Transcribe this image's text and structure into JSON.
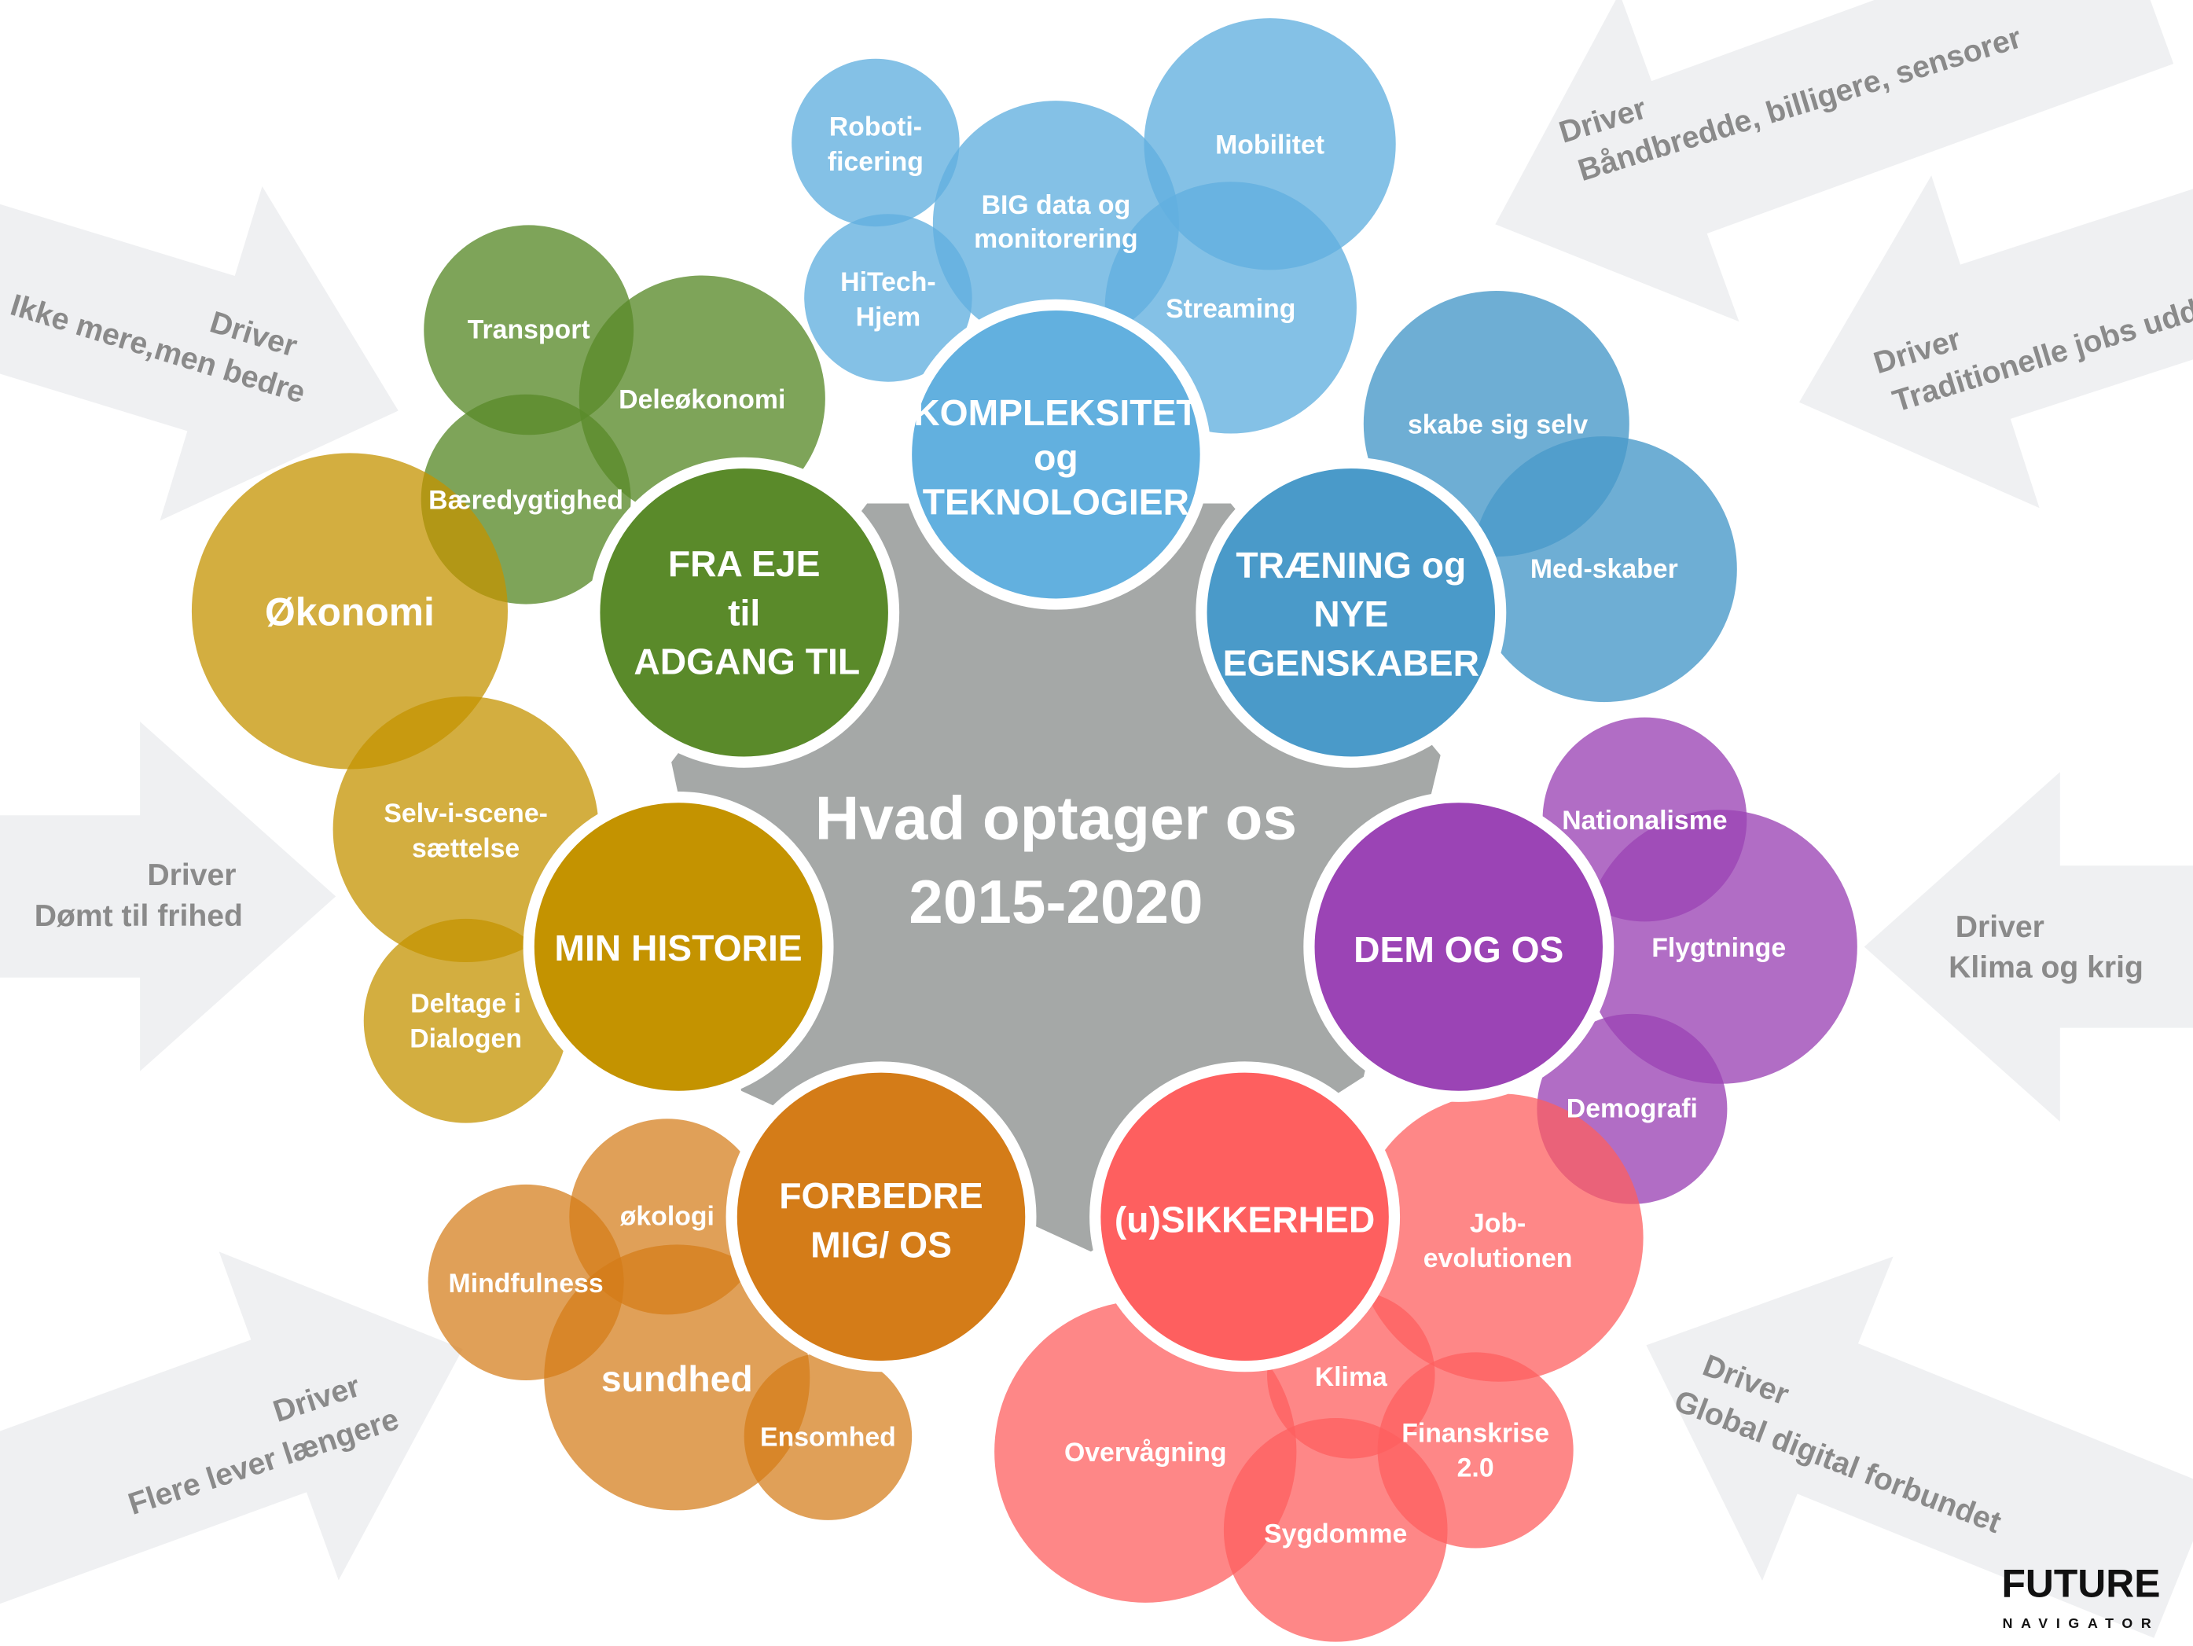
{
  "title_line1": "Hvad optager os",
  "title_line2": "2015-2020",
  "colors": {
    "blue": "#62b0df",
    "blue_dark": "#4a9ac9",
    "green": "#5a8a2a",
    "gold": "#c49300",
    "purple": "#9b44b5",
    "orange": "#d47c18",
    "red": "#fe5f5f",
    "hub_gray": "#a5a8a7",
    "arrow": "#eff0f2"
  },
  "drivers": [
    {
      "label": "Driver",
      "text": "Ikke mere,men bedre"
    },
    {
      "label": "Driver",
      "text": "Dømt til frihed"
    },
    {
      "label": "Driver",
      "text": "Flere lever længere"
    },
    {
      "label": "Driver",
      "text": "Båndbredde, billigere, sensorer"
    },
    {
      "label": "Driver",
      "text": "Traditionelle jobs uddør"
    },
    {
      "label": "Driver",
      "text": "Klima og krig"
    },
    {
      "label": "Driver",
      "text": "Global digital forbundet"
    }
  ],
  "hubs": {
    "kompleksitet": [
      "KOMPLEKSITET",
      "og",
      "TEKNOLOGIER"
    ],
    "fra_eje": [
      "FRA EJE",
      "til",
      "ADGANG TIL"
    ],
    "traening": [
      "TRÆNING og",
      "NYE",
      "EGENSKABER"
    ],
    "min_historie": [
      "MIN HISTORIE"
    ],
    "dem_og_os": [
      "DEM OG OS"
    ],
    "forbedre": [
      "FORBEDRE",
      "MIG/ OS"
    ],
    "sikkerhed": [
      "(u)SIKKERHED"
    ]
  },
  "bubbles": {
    "robot": [
      "Roboti-",
      "ficering"
    ],
    "bigdata": [
      "BIG data og",
      "monitorering"
    ],
    "mobilitet": [
      "Mobilitet"
    ],
    "hitech": [
      "HiTech-",
      "Hjem"
    ],
    "streaming": [
      "Streaming"
    ],
    "skabe": [
      "skabe sig selv"
    ],
    "medskaber": [
      "Med-skaber"
    ],
    "transport": [
      "Transport"
    ],
    "deleokonomi": [
      "Deleøkonomi"
    ],
    "baeredygtighed": [
      "Bæredygtighed"
    ],
    "okonomi": [
      "Økonomi"
    ],
    "selv": [
      "Selv-i-scene-",
      "sættelse"
    ],
    "deltage": [
      "Deltage i",
      "Dialogen"
    ],
    "nationalisme": [
      "Nationalisme"
    ],
    "flygtninge": [
      "Flygtninge"
    ],
    "demografi": [
      "Demografi"
    ],
    "job": [
      "Job-",
      "evolutionen"
    ],
    "overvaagning": [
      "Overvågning"
    ],
    "klima": [
      "Klima"
    ],
    "finanskrise": [
      "Finanskrise",
      "2.0"
    ],
    "sygdomme": [
      "Sygdomme"
    ],
    "okologi": [
      "økologi"
    ],
    "mindfulness": [
      "Mindfulness"
    ],
    "sundhed": [
      "sundhed"
    ],
    "ensomhed": [
      "Ensomhed"
    ]
  },
  "logo": {
    "line1": "FUTURE",
    "line2": "NAVIGATOR"
  }
}
